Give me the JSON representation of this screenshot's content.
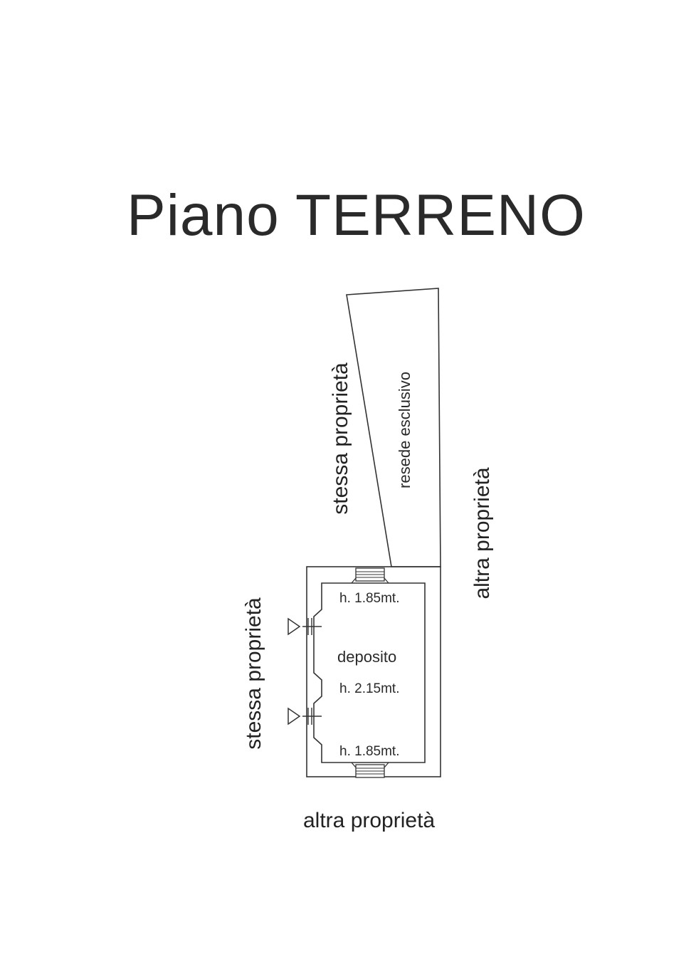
{
  "title": "Piano TERRENO",
  "labels": {
    "left_upper_neighbor": "stessa proprietà",
    "left_lower_neighbor": "stessa proprietà",
    "right_neighbor": "altra proprietà",
    "bottom_neighbor": "altra proprietà",
    "courtyard": "resede esclusivo",
    "room_name": "deposito",
    "height_top": "h. 1.85mt.",
    "height_center": "h. 2.15mt.",
    "height_bottom": "h. 1.85mt."
  }
}
